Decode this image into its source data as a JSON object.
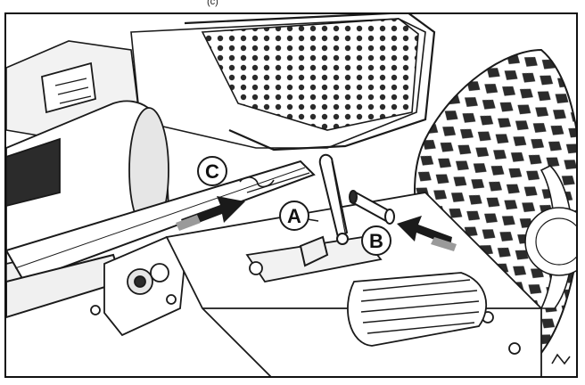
{
  "header_fragment": "(c)",
  "callouts": {
    "a": "A",
    "b": "B",
    "c": "C"
  },
  "colors": {
    "line": "#1a1a1a",
    "shade": "#9a9a9a",
    "dark": "#2b2b2b",
    "light": "#e6e6e6",
    "background": "#ffffff"
  }
}
